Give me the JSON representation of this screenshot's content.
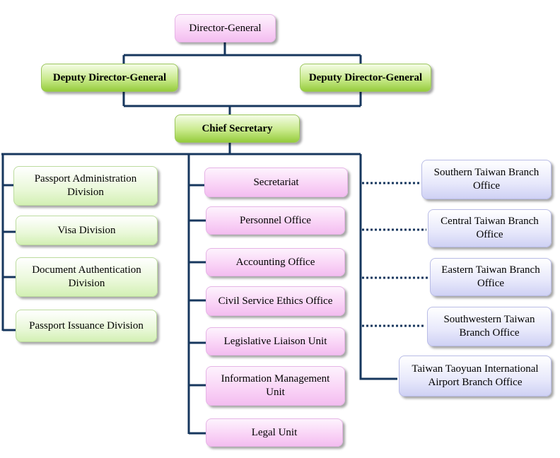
{
  "top": {
    "director": "Director-General",
    "deputy_left": "Deputy Director-General",
    "deputy_right": "Deputy Director-General",
    "chief": "Chief Secretary"
  },
  "divisions": [
    "Passport Administration Division",
    "Visa Division",
    "Document Authentication Division",
    "Passport Issuance Division"
  ],
  "units": [
    "Secretariat",
    "Personnel Office",
    "Accounting Office",
    "Civil Service Ethics Office",
    "Legislative Liaison Unit",
    "Information Management Unit",
    "Legal Unit"
  ],
  "branches": [
    "Southern Taiwan Branch Office",
    "Central Taiwan Branch Office",
    "Eastern Taiwan Branch Office",
    "Southwestern Taiwan Branch Office",
    "Taiwan Taoyuan International Airport Branch Office"
  ],
  "colors": {
    "connector": "#17375e",
    "pink": "#f9d2f6",
    "green": "#a8d65a",
    "light_green": "#e2f5cc",
    "light_blue": "#dcdef7"
  }
}
